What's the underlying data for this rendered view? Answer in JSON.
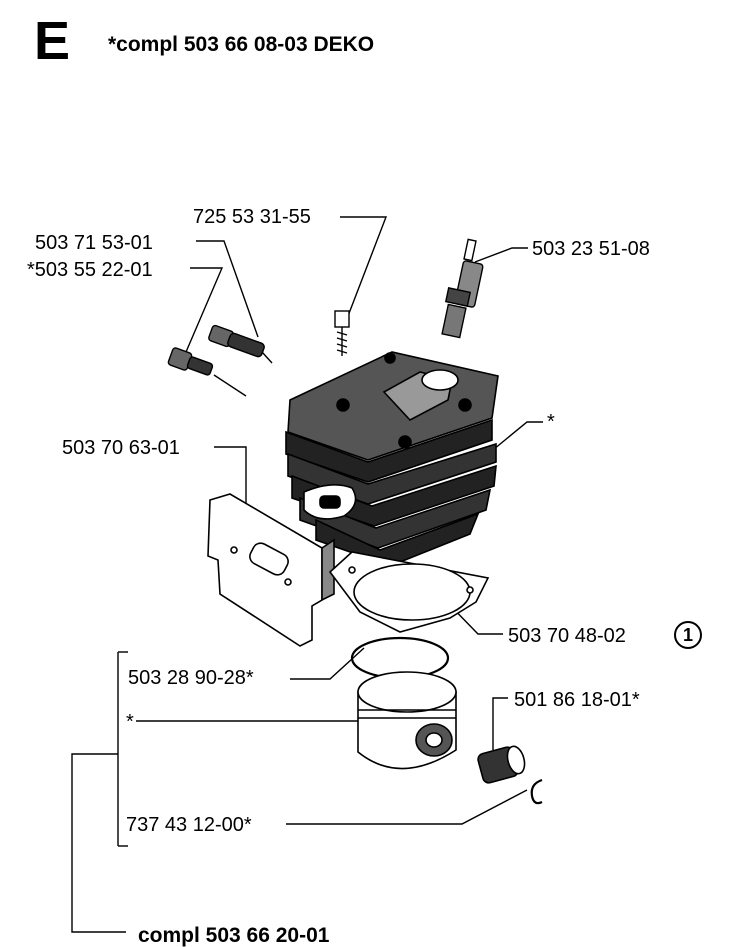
{
  "header": {
    "section_letter": "E",
    "assembly_title": "*compl 503 66 08-03 DEKO"
  },
  "parts": {
    "screw": "725 53 31-55",
    "decomp_valve": "503 71 53-01",
    "decomp_valve_alt": "*503 55 22-01",
    "spark_plug": "503 23 51-08",
    "cylinder": "*",
    "gasket_plate": "503 70 63-01",
    "base_gasket": "503 70 48-02",
    "base_gasket_ref": "1",
    "piston_ring": "503 28 90-28*",
    "piston": "*",
    "needle_bearing": "501 86 18-01*",
    "circlip": "737 43 12-00*"
  },
  "footer": {
    "kit_title": "compl 503 66 20-01"
  }
}
